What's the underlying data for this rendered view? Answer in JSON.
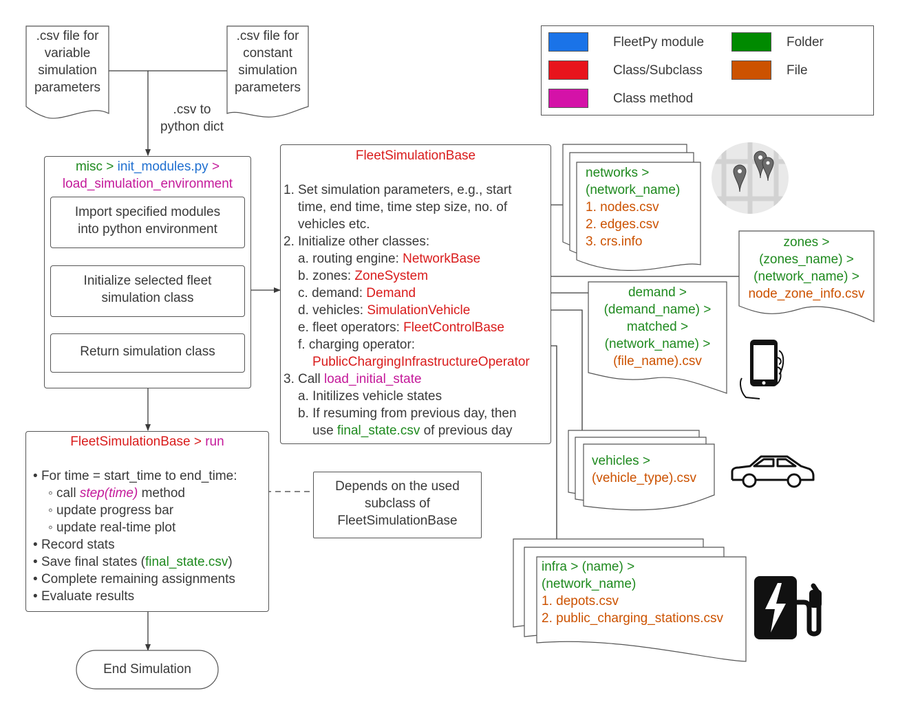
{
  "inputs": {
    "variable_csv": [
      ".csv file for",
      "variable",
      "simulation",
      "parameters"
    ],
    "constant_csv": [
      ".csv file for",
      "constant",
      "simulation",
      "parameters"
    ],
    "conversion_label": [
      ".csv to",
      "python dict"
    ]
  },
  "legend": {
    "items": [
      {
        "label": "FleetPy module",
        "color": "#1a73e8"
      },
      {
        "label": "Folder",
        "color": "#008a00"
      },
      {
        "label": "Class/Subclass",
        "color": "#e8141c"
      },
      {
        "label": "File",
        "color": "#cc5200"
      },
      {
        "label": "Class method",
        "color": "#d412a8"
      }
    ]
  },
  "init_block": {
    "path_folder": "misc",
    "path_sep1": " > ",
    "path_module": "init_modules.py",
    "path_sep2": " >",
    "path_method": "load_simulation_environment",
    "step1": [
      "Import specified modules",
      "into python environment"
    ],
    "step2": [
      "Initialize selected fleet",
      "simulation class"
    ],
    "step3": "Return simulation class"
  },
  "fsb": {
    "title": "FleetSimulationBase",
    "n1": "1.",
    "l1a": "Set simulation parameters, e.g., start",
    "l1b": "time, end time, time step size, no. of",
    "l1c": "vehicles etc.",
    "n2": "2.",
    "l2": "Initialize other classes:",
    "items": [
      {
        "mark": "a.",
        "label": "routing engine: ",
        "cls": "NetworkBase"
      },
      {
        "mark": "b.",
        "label": "zones: ",
        "cls": "ZoneSystem"
      },
      {
        "mark": "c.",
        "label": "demand: ",
        "cls": "Demand"
      },
      {
        "mark": "d.",
        "label": "vehicles: ",
        "cls": "SimulationVehicle"
      },
      {
        "mark": "e.",
        "label": "fleet operators: ",
        "cls": "FleetControlBase"
      },
      {
        "mark": "f.",
        "label": "charging operator:",
        "cls": "PublicChargingInfrastructureOperator"
      }
    ],
    "n3": "3.",
    "l3_label": "Call ",
    "l3_method": "load_initial_state",
    "sub_a_mark": "a.",
    "sub_a": "Initilizes vehicle states",
    "sub_b_mark": "b.",
    "sub_b1": "If resuming from previous day, then",
    "sub_b2_pre": "use ",
    "sub_b2_file": "final_state.csv",
    "sub_b2_post": " of previous day"
  },
  "run_block": {
    "title_cls": "FleetSimulationBase",
    "title_sep": " > ",
    "title_method": "run",
    "b1": "For time = start_time to end_time:",
    "s1_pre": "call ",
    "s1_method": "step(time)",
    "s1_post": " method",
    "s2": "update progress bar",
    "s3": "update real-time plot",
    "b2": "Record stats",
    "b3_pre": "Save final states (",
    "b3_file": "final_state.csv",
    "b3_post": ")",
    "b4": "Complete remaining assignments",
    "b5": "Evaluate results",
    "bullet": "•",
    "sub_bullet": "◦"
  },
  "depends_note": [
    "Depends on the used",
    "subclass of",
    "FleetSimulationBase"
  ],
  "end": "End Simulation",
  "networks_file": {
    "folder1": "networks >",
    "folder2": "(network_name)",
    "files": [
      {
        "n": "1.",
        "f": "nodes.csv"
      },
      {
        "n": "2.",
        "f": "edges.csv"
      },
      {
        "n": "3.",
        "f": "crs.info"
      }
    ]
  },
  "zones_file": {
    "folder1": "zones >",
    "folder2": "(zones_name) >",
    "folder3": "(network_name) >",
    "file": "node_zone_info.csv"
  },
  "demand_file": {
    "folder1": "demand >",
    "folder2": "(demand_name) >",
    "folder3": "matched >",
    "folder4": "(network_name) >",
    "file": "(file_name).csv"
  },
  "vehicles_file": {
    "folder1": "vehicles >",
    "file": "(vehicle_type).csv"
  },
  "infra_file": {
    "folder1": "infra > (name) >",
    "folder2": "(network_name)",
    "files": [
      {
        "n": "1.",
        "f": "depots.csv"
      },
      {
        "n": "2.",
        "f": "public_charging_stations.csv"
      }
    ]
  },
  "icons": [
    "map-icon",
    "phone-icon",
    "car-icon",
    "charging-station-icon"
  ]
}
